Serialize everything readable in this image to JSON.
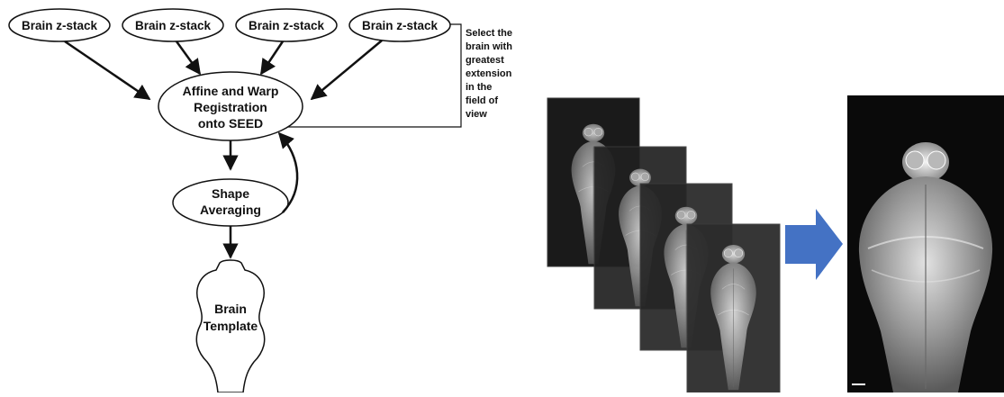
{
  "flowchart": {
    "inputs": [
      "Brain z-stack",
      "Brain z-stack",
      "Brain z-stack",
      "Brain z-stack"
    ],
    "registration": [
      "Affine and Warp",
      "Registration",
      "onto SEED"
    ],
    "selection_note": [
      "Select the",
      "brain with",
      "greatest",
      "extension",
      "in the",
      "field of",
      "view"
    ],
    "averaging": [
      "Shape",
      "Averaging"
    ],
    "template": [
      "Brain",
      "Template"
    ]
  },
  "figure": {
    "stack_count": 4,
    "arrow_color": "#4472C4",
    "image_background": "#0a0a0a",
    "stack_frame_color": "#3a3a3a",
    "brain_tissue_color": "#cfcfcf"
  }
}
